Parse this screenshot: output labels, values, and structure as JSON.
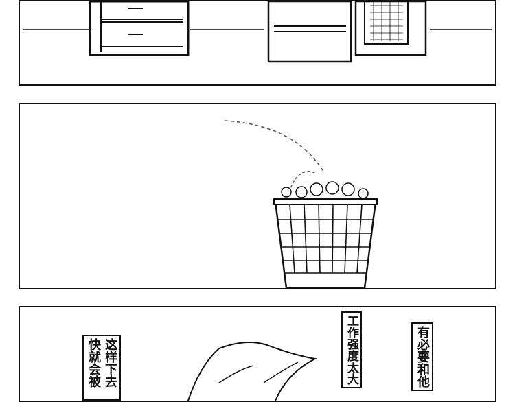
{
  "panels": [
    {
      "scene": "furniture-room"
    },
    {
      "scene": "wastebasket-paper-toss"
    },
    {
      "scene": "character-head",
      "captions": [
        {
          "lines": [
            "这样下去",
            "快就会被"
          ]
        },
        {
          "lines": [
            "工作强度太大"
          ]
        },
        {
          "lines": [
            "有必要和他"
          ]
        }
      ]
    }
  ]
}
